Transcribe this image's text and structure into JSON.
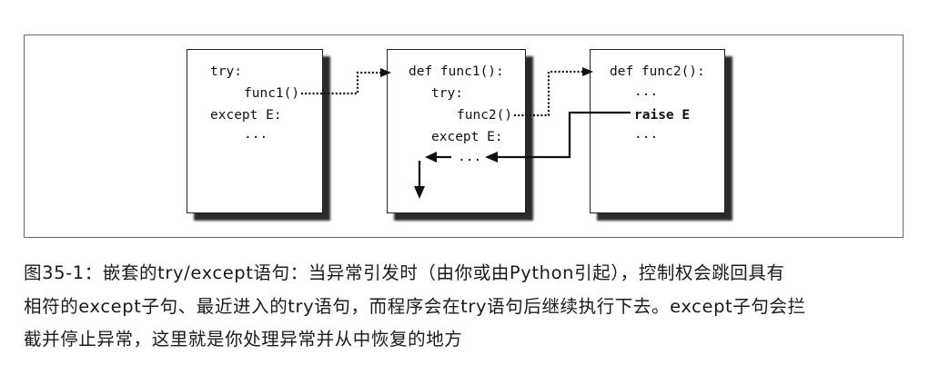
{
  "figure": {
    "boxes": [
      {
        "id": "caller",
        "lines": [
          {
            "text": "try:",
            "indent": 0,
            "bold": false
          },
          {
            "text": "func1()",
            "indent": 1,
            "bold": false
          },
          {
            "text": "except E:",
            "indent": 0,
            "bold": false
          },
          {
            "text": "...",
            "indent": 1,
            "bold": false
          }
        ]
      },
      {
        "id": "func1",
        "lines": [
          {
            "text": "def func1():",
            "indent": 0,
            "bold": false
          },
          {
            "text": "try:",
            "indent": 1,
            "bold": false
          },
          {
            "text": "func2()",
            "indent": 2,
            "bold": false
          },
          {
            "text": "except E:",
            "indent": 1,
            "bold": false
          },
          {
            "text": "...",
            "indent": 1,
            "bold": false
          }
        ]
      },
      {
        "id": "func2",
        "lines": [
          {
            "text": "def func2():",
            "indent": 0,
            "bold": false
          },
          {
            "text": "...",
            "indent": 1,
            "bold": false
          },
          {
            "text": "raise E",
            "indent": 1,
            "bold": true
          },
          {
            "text": "...",
            "indent": 1,
            "bold": false
          }
        ]
      }
    ],
    "arrows": [
      {
        "from": "func1()",
        "to": "def func1():",
        "style": "dotted",
        "meaning": "call"
      },
      {
        "from": "func2()",
        "to": "def func2():",
        "style": "dotted",
        "meaning": "call"
      },
      {
        "from": "raise E",
        "to": "except E: ...",
        "style": "solid",
        "meaning": "exception propagation"
      },
      {
        "from": "except E: ...",
        "to": "continue after try",
        "style": "solid",
        "meaning": "resume"
      }
    ]
  },
  "caption": {
    "lines": [
      "图35-1：嵌套的try/except语句：当异常引发时（由你或由Python引起），控制权会跳回具有",
      "相符的except子句、最近进入的try语句，而程序会在try语句后继续执行下去。except子句会拦",
      "截并停止异常，这里就是你处理异常并从中恢复的地方"
    ]
  }
}
